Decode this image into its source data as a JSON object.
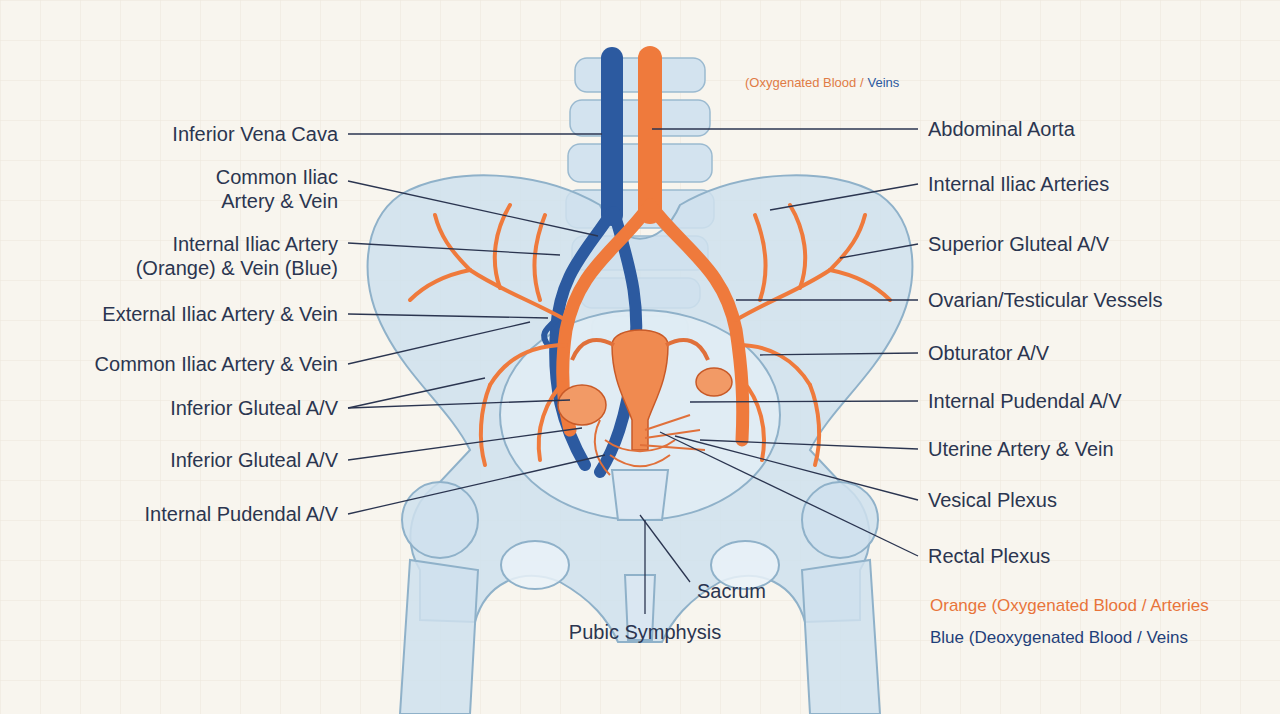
{
  "diagram": {
    "labels": [
      "(Oxygenated Blood /",
      "Veins",
      "Inferior Vena Cava",
      "Common Iliac Artery & Vein",
      "Internal Iliac Artery (Orange) & Vein (Blue)",
      "External Iliac Artery & Vein",
      "Common Iliac Artery & Vein",
      "Inferior Gluteal A/V",
      "Inferior Gluteal A/V",
      "Internal Pudendal A/V",
      "Abdominal Aorta",
      "Internal Iliac Arteries",
      "Superior Gluteal A/V",
      "Ovarian/Testicular Vessels",
      "Obturator A/V",
      "Internal Pudendal A/V",
      "Uterine Artery & Vein",
      "Vesical Plexus",
      "Rectal Plexus",
      "Sacrum",
      "Pubic Symphysis"
    ],
    "legend": [
      {
        "text": "Orange (Oxygenated Blood / Arteries",
        "color": "#e8743a"
      },
      {
        "text": "Blue (Deoxygenated Blood / Veins",
        "color": "#1f3f7a"
      }
    ]
  }
}
